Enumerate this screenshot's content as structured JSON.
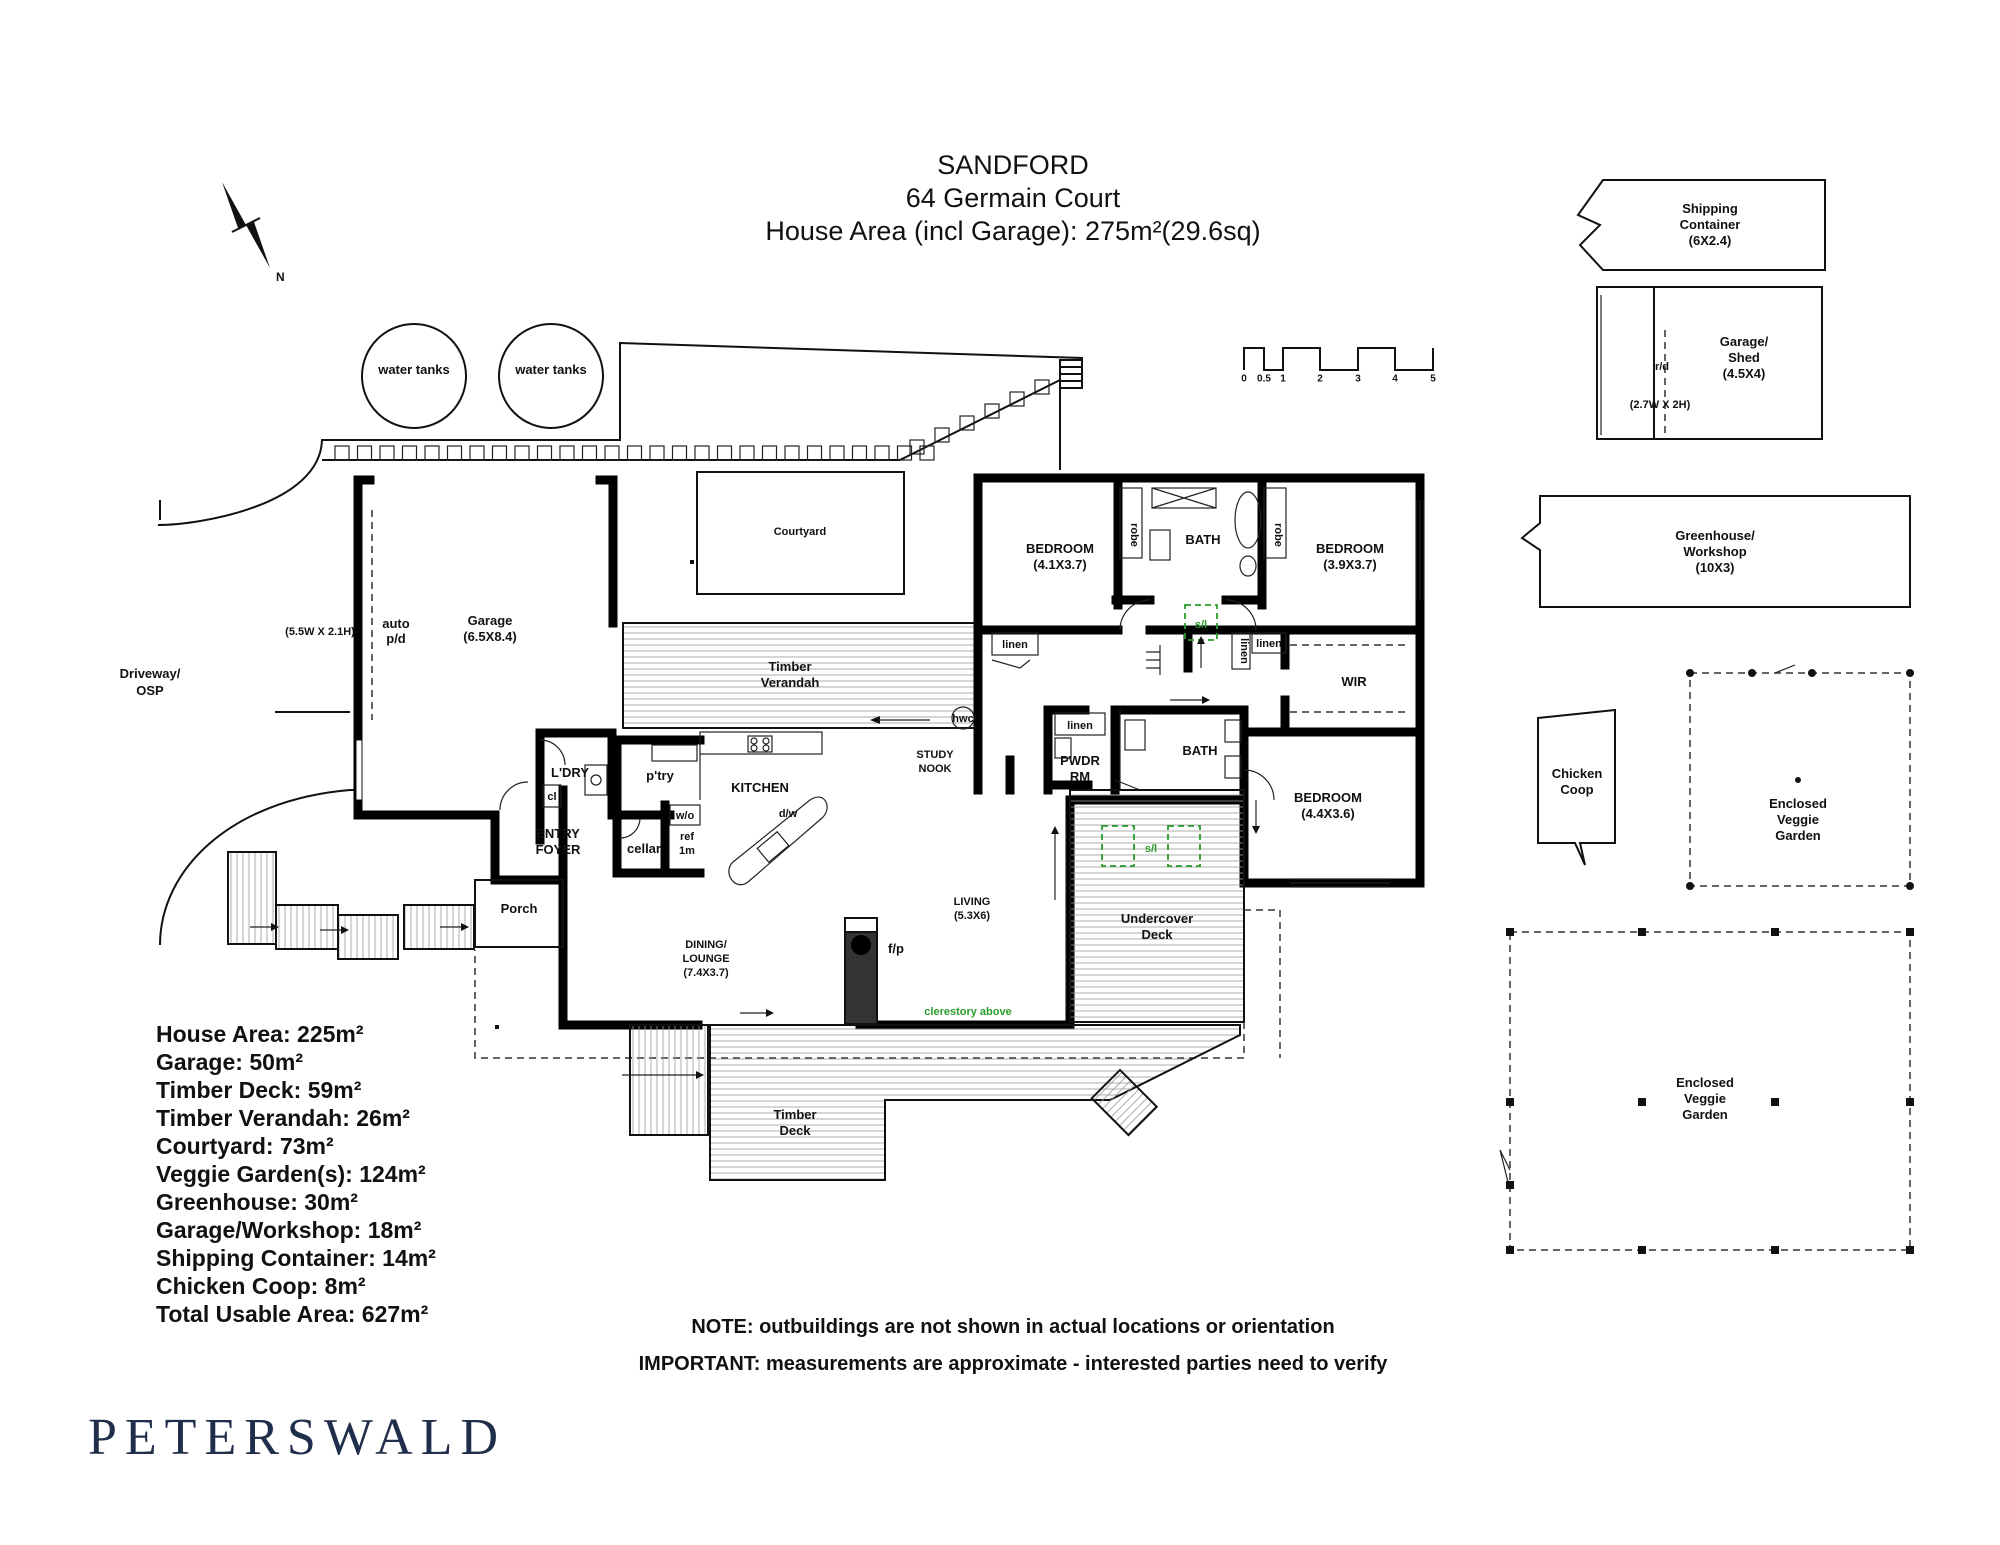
{
  "header": {
    "line1": "SANDFORD",
    "line2": "64 Germain Court",
    "line3": "House Area (incl Garage): 275m²(29.6sq)"
  },
  "compass": {
    "label": "N",
    "icon": "north-arrow-icon"
  },
  "scale_bar": {
    "ticks": [
      "0",
      "0.5",
      "1",
      "2",
      "3",
      "4",
      "5"
    ]
  },
  "site": {
    "water_tank_1": "water tanks",
    "water_tank_2": "water tanks",
    "driveway_1": "Driveway/",
    "driveway_2": "OSP",
    "courtyard": "Courtyard"
  },
  "rooms": {
    "garage_door_size": "(5.5W X 2.1H)",
    "garage_door_1": "auto",
    "garage_door_2": "p/d",
    "garage_1": "Garage",
    "garage_2": "(6.5X8.4)",
    "verandah_1": "Timber",
    "verandah_2": "Verandah",
    "bed1_1": "BEDROOM",
    "bed1_2": "(4.1X3.7)",
    "robe1": "robe",
    "bath1": "BATH",
    "robe2": "robe",
    "bed2_1": "BEDROOM",
    "bed2_2": "(3.9X3.7)",
    "skylight1": "s/l",
    "linen1": "linen",
    "linen2": "linen",
    "linen3": "linen",
    "linen4": "linen",
    "wir": "WIR",
    "hwc": "hwc",
    "study_1": "STUDY",
    "study_2": "NOOK",
    "pwdr_1": "PWDR",
    "pwdr_2": "RM",
    "bath2": "BATH",
    "bed3_1": "BEDROOM",
    "bed3_2": "(4.4X3.6)",
    "ldry": "L'DRY",
    "cl": "cl",
    "pantry": "p'try",
    "kitchen": "KITCHEN",
    "dw": "d/w",
    "wo": "w/o",
    "ref_1": "ref",
    "ref_2": "1m",
    "cellar": "cellar",
    "entry_1": "ENTRY",
    "entry_2": "FOYER",
    "porch": "Porch",
    "skylight2": "s/l",
    "living_1": "LIVING",
    "living_2": "(5.3X6)",
    "undercover_1": "Undercover",
    "undercover_2": "Deck",
    "dining_1": "DINING/",
    "dining_2": "LOUNGE",
    "dining_3": "(7.4X3.7)",
    "fp": "f/p",
    "clerestory": "clerestory above",
    "deck_1": "Timber",
    "deck_2": "Deck"
  },
  "outbuildings": {
    "shipping_1": "Shipping",
    "shipping_2": "Container",
    "shipping_3": "(6X2.4)",
    "shed_1": "Garage/",
    "shed_2": "Shed",
    "shed_3": "(4.5X4)",
    "shed_door_1": "r/d",
    "shed_door_2": "(2.7W X 2H)",
    "greenhouse_1": "Greenhouse/",
    "greenhouse_2": "Workshop",
    "greenhouse_3": "(10X3)",
    "coop_1": "Chicken",
    "coop_2": "Coop",
    "veggie1_1": "Enclosed",
    "veggie1_2": "Veggie",
    "veggie1_3": "Garden",
    "veggie2_1": "Enclosed",
    "veggie2_2": "Veggie",
    "veggie2_3": "Garden"
  },
  "areas": [
    "House Area: 225m²",
    "Garage: 50m²",
    "Timber Deck: 59m²",
    "Timber Verandah: 26m²",
    "Courtyard: 73m²",
    "Veggie Garden(s): 124m²",
    "Greenhouse: 30m²",
    "Garage/Workshop: 18m²",
    "Shipping Container: 14m²",
    "Chicken Coop: 8m²",
    "Total Usable Area: 627m²"
  ],
  "notes": {
    "note": "NOTE: outbuildings are not shown in actual locations or orientation",
    "important": "IMPORTANT: measurements are approximate - interested parties need to verify"
  },
  "brand": "PETERSWALD"
}
